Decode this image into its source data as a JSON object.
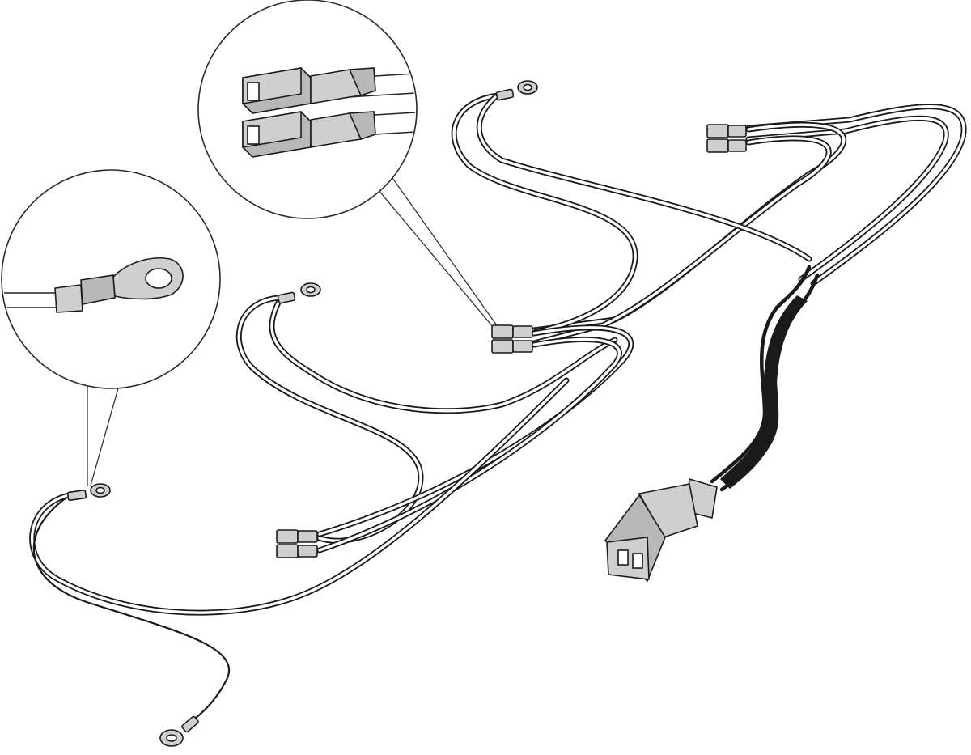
{
  "figure": {
    "subject": "wiring-harness",
    "accent_color": "#1a1a1a",
    "fill_color": "#cfcfcf",
    "components": [
      "ring-terminal",
      "flat-spade-connector",
      "iec-power-inlet",
      "insulated-sleeve"
    ],
    "detail_callouts": [
      {
        "name": "ring-terminal-detail",
        "icon": "ring-terminal-icon"
      },
      {
        "name": "spade-connector-detail",
        "icon": "spade-connector-icon"
      }
    ]
  }
}
